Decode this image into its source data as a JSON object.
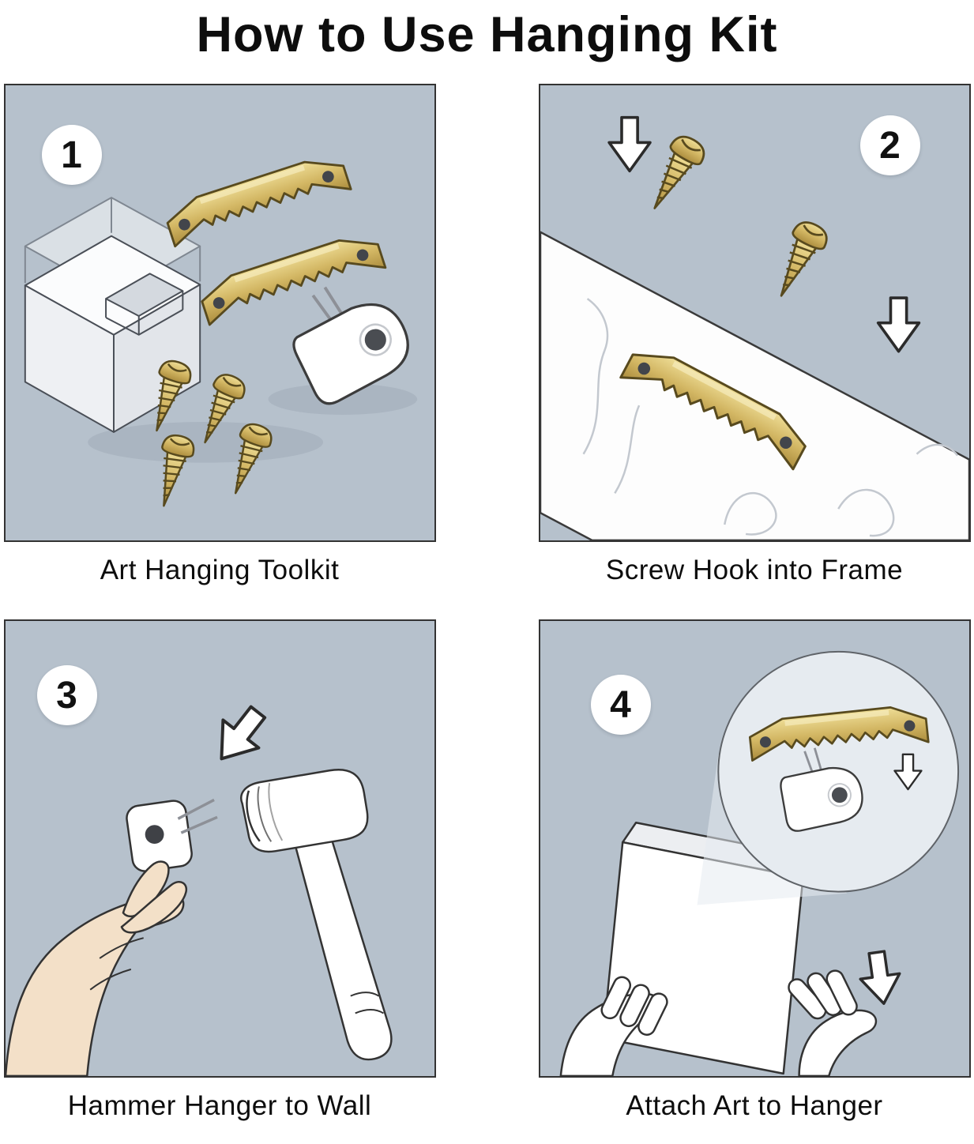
{
  "title": "How to Use Hanging Kit",
  "steps": [
    {
      "number": "1",
      "caption": "Art Hanging Toolkit"
    },
    {
      "number": "2",
      "caption": "Screw Hook into Frame"
    },
    {
      "number": "3",
      "caption": "Hammer Hanger to Wall"
    },
    {
      "number": "4",
      "caption": "Attach Art to Hanger"
    }
  ],
  "colors": {
    "panel_bg": "#b6c1cc",
    "brass": "#d3b764",
    "brass_dark": "#584a1e",
    "outline": "#333333",
    "skin": "#f3e0c8",
    "illustration_white": "#ffffff"
  },
  "icons": {
    "down-arrow-icon": "white outlined arrow pointing down",
    "sawtooth-hanger-icon": "brass sawtooth picture hanger strip with two screw holes",
    "screw-icon": "brass wood screw",
    "plastic-hook-icon": "white nail-in wall hanger hook",
    "storage-box-icon": "clear plastic kit storage case",
    "hammer-icon": "hammer",
    "hand-icon": "hand pinching hanger",
    "canvas-icon": "art canvas held by two hands",
    "magnifier-circle": "zoom detail circle showing hanger meeting hook",
    "frame-molding": "white picture frame molding plank"
  }
}
